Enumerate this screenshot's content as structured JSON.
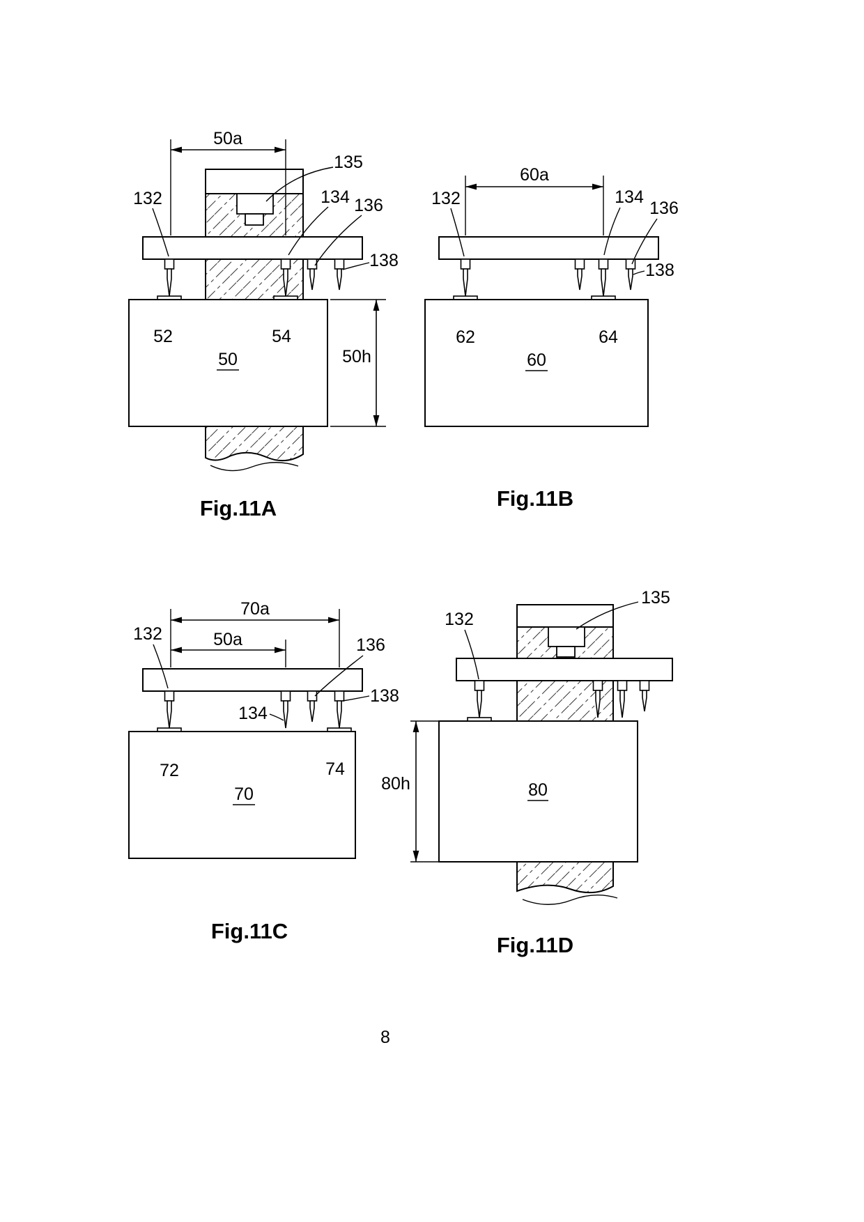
{
  "page_number": "8",
  "figures": {
    "a": {
      "caption": "Fig.11A",
      "dim_width": "50a",
      "dim_height": "50h",
      "ref_135": "135",
      "ref_132": "132",
      "ref_134": "134",
      "ref_136": "136",
      "ref_138": "138",
      "ref_52": "52",
      "ref_54": "54",
      "block": "50"
    },
    "b": {
      "caption": "Fig.11B",
      "dim_width": "60a",
      "ref_132": "132",
      "ref_134": "134",
      "ref_136": "136",
      "ref_138": "138",
      "ref_62": "62",
      "ref_64": "64",
      "block": "60"
    },
    "c": {
      "caption": "Fig.11C",
      "dim_width_outer": "70a",
      "dim_width_inner": "50a",
      "ref_132": "132",
      "ref_134": "134",
      "ref_136": "136",
      "ref_138": "138",
      "ref_72": "72",
      "ref_74": "74",
      "block": "70"
    },
    "d": {
      "caption": "Fig.11D",
      "ref_135": "135",
      "ref_132": "132",
      "dim_height": "80h",
      "block": "80"
    }
  }
}
